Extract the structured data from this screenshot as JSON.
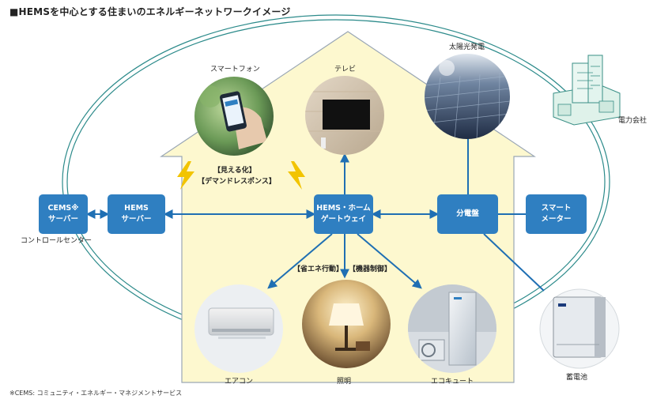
{
  "title": "■HEMSを中心とする住まいのエネルギーネットワークイメージ",
  "nodes": {
    "cems": {
      "line1": "CEMS※",
      "line2": "サーバー"
    },
    "hems_server": {
      "line1": "HEMS",
      "line2": "サーバー"
    },
    "gateway": {
      "line1": "HEMS・ホーム",
      "line2": "ゲートウェイ"
    },
    "distribution": {
      "label": "分電盤"
    },
    "smart_meter": {
      "line1": "スマート",
      "line2": "メーター"
    }
  },
  "labels": {
    "control_center": "コントロールセンター",
    "smartphone": "スマートフォン",
    "tv": "テレビ",
    "solar": "太陽光発電",
    "power_company": "電力会社",
    "visualize": "【見える化】",
    "demand_response": "【デマンドレスポンス】",
    "energy_saving": "【省エネ行動】",
    "device_control": "【機器制御】",
    "aircon": "エアコン",
    "lighting": "照明",
    "ecocute": "エコキュート",
    "battery": "蓄電池"
  },
  "footnote": "※CEMS: コミュニティ・エネルギー・マネジメントサービス",
  "colors": {
    "node_blue": "#2f7fc1",
    "house_fill": "#fdf8cf",
    "house_stroke": "#9aa7b5",
    "connector": "#1f6fb3",
    "network_line": "#2b8a8a",
    "bolt": "#f2c400"
  }
}
